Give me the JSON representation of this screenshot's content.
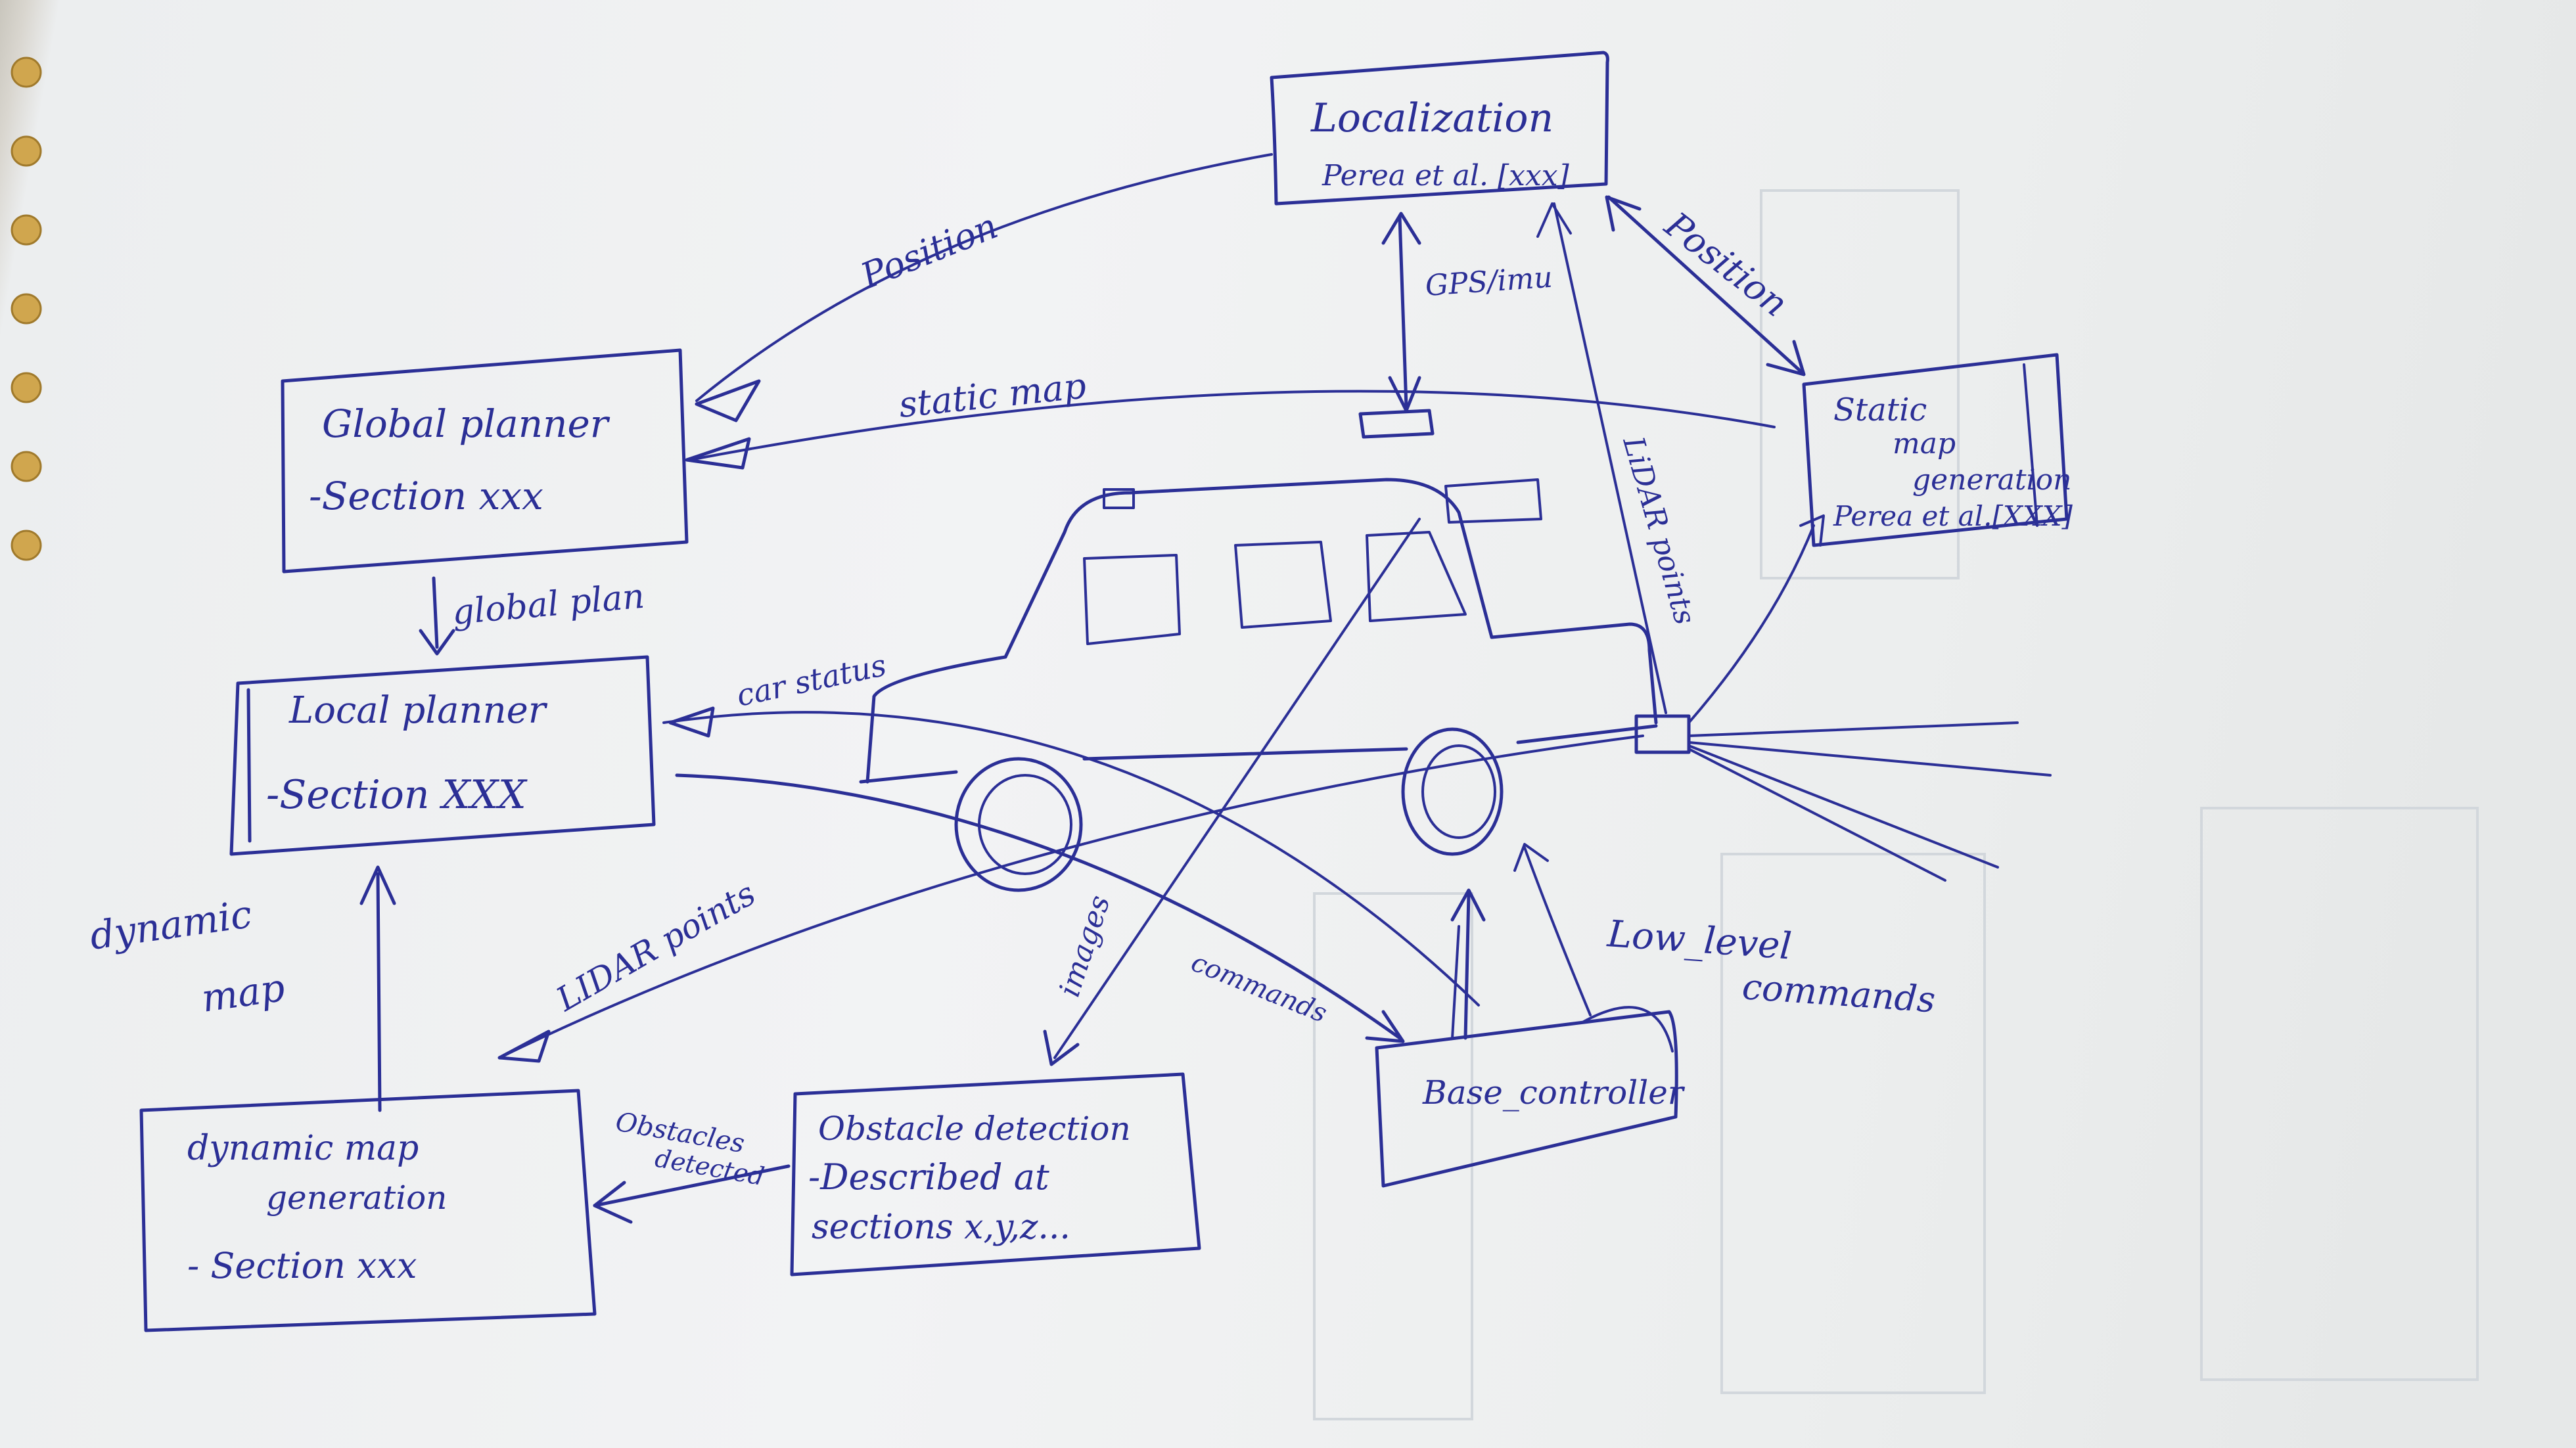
{
  "nodes": {
    "localization": {
      "title": "Localization",
      "ref": "Perea et al. [xxx]"
    },
    "global_planner": {
      "title": "Global planner",
      "section": "-Section xxx"
    },
    "local_planner": {
      "title": "Local planner",
      "section": "-Section XXX"
    },
    "static_map_generation": {
      "title1": "Static",
      "title2": "map",
      "title3": "generation",
      "ref": "Perea et al.[XXX]"
    },
    "dynamic_map_generation": {
      "title1": "dynamic map",
      "title2": "generation",
      "section": "- Section xxx"
    },
    "obstacle_detection": {
      "title": "Obstacle detection",
      "line2": "-Described at",
      "line3": "sections x,y,z..."
    },
    "base_controller": {
      "title": "Base_controller"
    }
  },
  "edges": {
    "position_to_global": "Position",
    "position_to_static": "Position",
    "static_map": "static map",
    "gps_imu": "GPS/imu",
    "lidar_to_static": "LiDAR points",
    "global_plan": "global plan",
    "car_status": "car status",
    "lidar_to_dynamic": "LIDAR points",
    "images": "images",
    "commands": "commands",
    "low_level_commands_1": "Low_level",
    "low_level_commands_2": "commands",
    "dynamic_map_1": "dynamic",
    "dynamic_map_2": "map",
    "obstacles_detected_1": "Obstacles",
    "obstacles_detected_2": "detected"
  },
  "colors": {
    "ink": "#2b2f96",
    "paper": "#eef0f1",
    "spiral_binding": "#d0a64e"
  }
}
